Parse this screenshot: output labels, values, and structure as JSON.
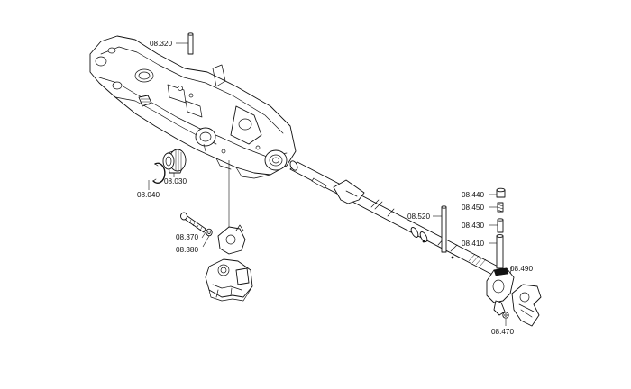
{
  "labels": {
    "p08_320": "08.320",
    "p08_030": "08.030",
    "p08_040": "08.040",
    "p08_370": "08.370",
    "p08_380": "08.380",
    "p08_520": "08.520",
    "p08_440": "08.440",
    "p08_450": "08.450",
    "p08_430": "08.430",
    "p08_410": "08.410",
    "p08_490": "08.490",
    "p08_470": "08.470"
  }
}
